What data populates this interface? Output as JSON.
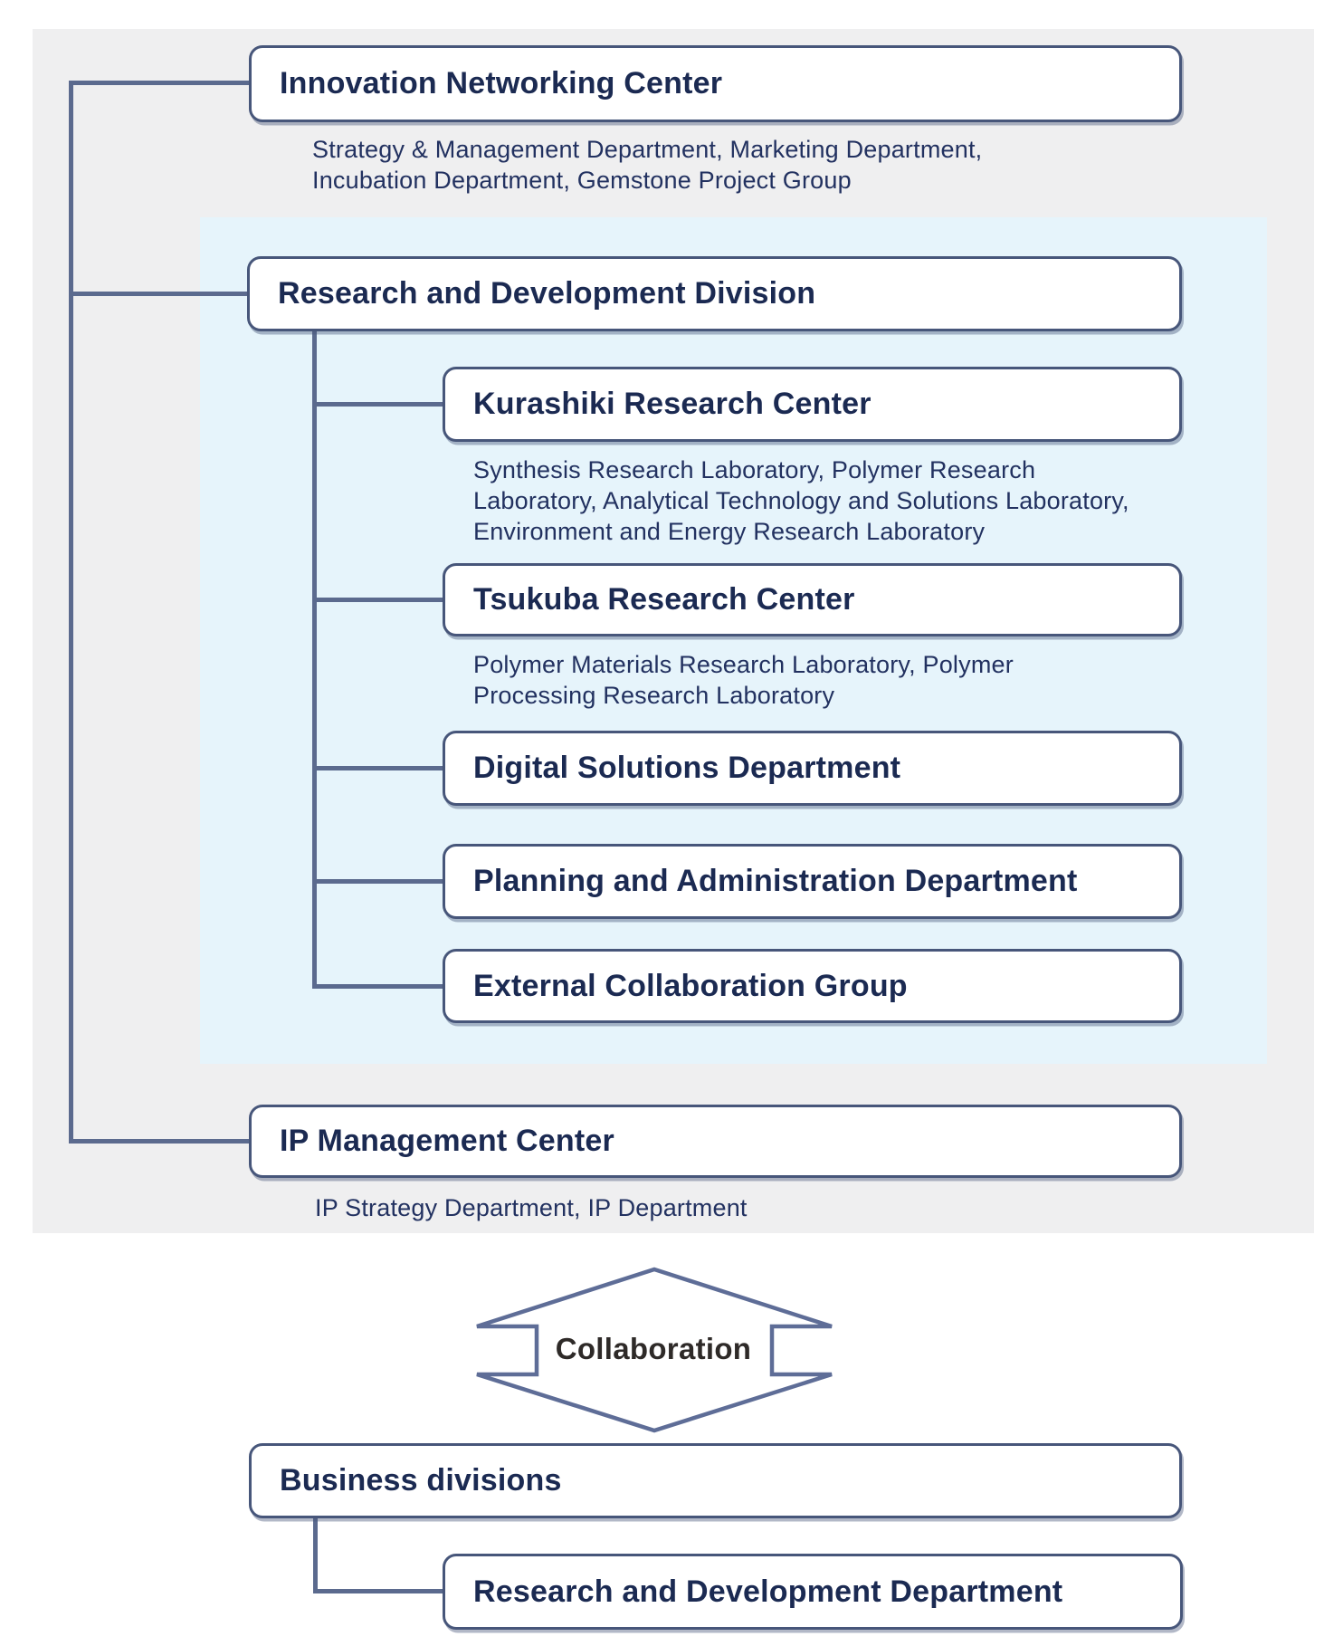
{
  "diagram": {
    "title": "R&D organization chart",
    "colors": {
      "page_bg": "#ffffff",
      "outer_panel_bg": "#efeff0",
      "highlight_panel_bg": "#e6f4fb",
      "box_bg": "#ffffff",
      "box_border": "#47567a",
      "heading_text": "#1b2a52",
      "sub_text": "#223160",
      "connector": "#5b6a8e",
      "arrow_outline": "#5e6d97",
      "arrow_text": "#2e2a28"
    }
  },
  "nodes": {
    "innovation": {
      "label": "Innovation Networking Center",
      "sublabel": "Strategy & Management Department, Marketing Department,\nIncubation Department, Gemstone Project Group"
    },
    "rd_division": {
      "label": "Research and Development Division"
    },
    "kurashiki": {
      "label": "Kurashiki Research Center",
      "sublabel": "Synthesis Research Laboratory, Polymer Research\nLaboratory, Analytical Technology and Solutions Laboratory,\nEnvironment and Energy Research Laboratory"
    },
    "tsukuba": {
      "label": "Tsukuba Research Center",
      "sublabel": "Polymer Materials Research Laboratory, Polymer\nProcessing Research Laboratory"
    },
    "digital": {
      "label": "Digital Solutions Department"
    },
    "planning": {
      "label": "Planning and Administration Department"
    },
    "external": {
      "label": "External Collaboration Group"
    },
    "ip": {
      "label": "IP Management Center",
      "sublabel": "IP Strategy Department, IP Department"
    },
    "business": {
      "label": "Business divisions"
    },
    "rd_department": {
      "label": "Research and Development Department"
    }
  },
  "collaboration": {
    "label": "Collaboration"
  }
}
